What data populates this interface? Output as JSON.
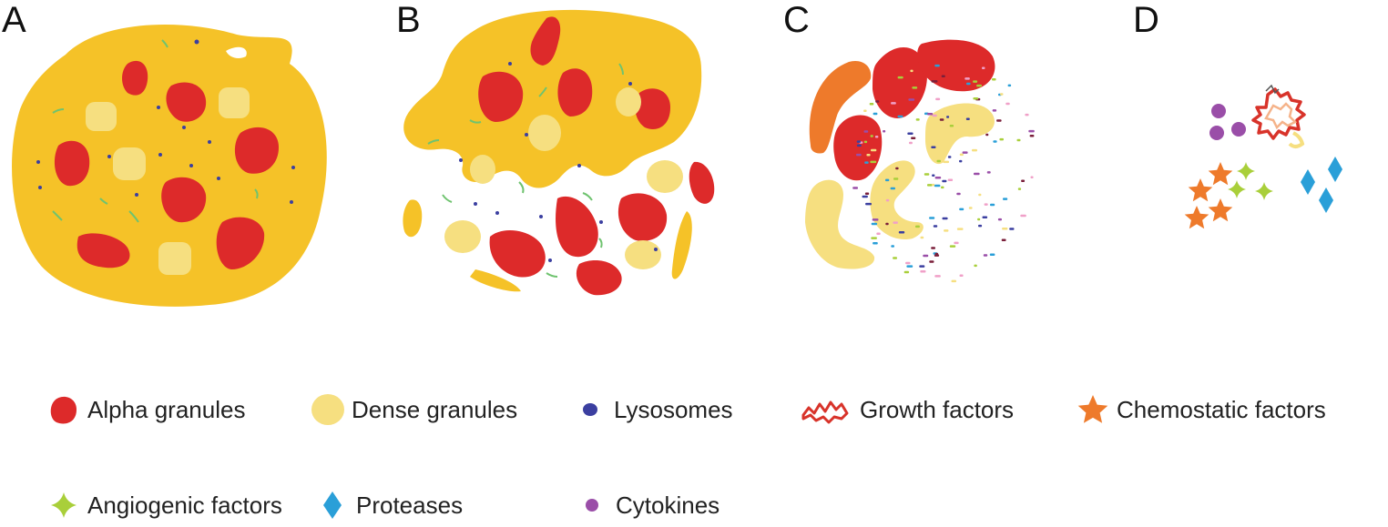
{
  "panels": [
    {
      "letter": "A"
    },
    {
      "letter": "B"
    },
    {
      "letter": "C"
    },
    {
      "letter": "D"
    }
  ],
  "colors": {
    "cytoplasm": "#f5c228",
    "alpha_granule": "#dd2a2a",
    "dense_granule": "#f6df80",
    "lysosome": "#3b3fa0",
    "fiber": "#6fc36f",
    "growth_factor": "#d8332a",
    "chemostatic": "#ee7a2b",
    "angiogenic": "#a9cf3a",
    "protease": "#2a9fd8",
    "cytokine": "#9a4ea8"
  },
  "legend": [
    {
      "label": "Alpha granules",
      "icon": "alpha-granule-icon"
    },
    {
      "label": "Dense granules",
      "icon": "dense-granule-icon"
    },
    {
      "label": "Lysosomes",
      "icon": "lysosome-icon"
    },
    {
      "label": "Growth factors",
      "icon": "growth-factor-icon"
    },
    {
      "label": "Chemostatic factors",
      "icon": "chemostatic-star-icon"
    },
    {
      "label": "Angiogenic factors",
      "icon": "angiogenic-sparkle-icon"
    },
    {
      "label": "Proteases",
      "icon": "protease-diamond-icon"
    },
    {
      "label": "Cytokines",
      "icon": "cytokine-dot-icon"
    }
  ]
}
